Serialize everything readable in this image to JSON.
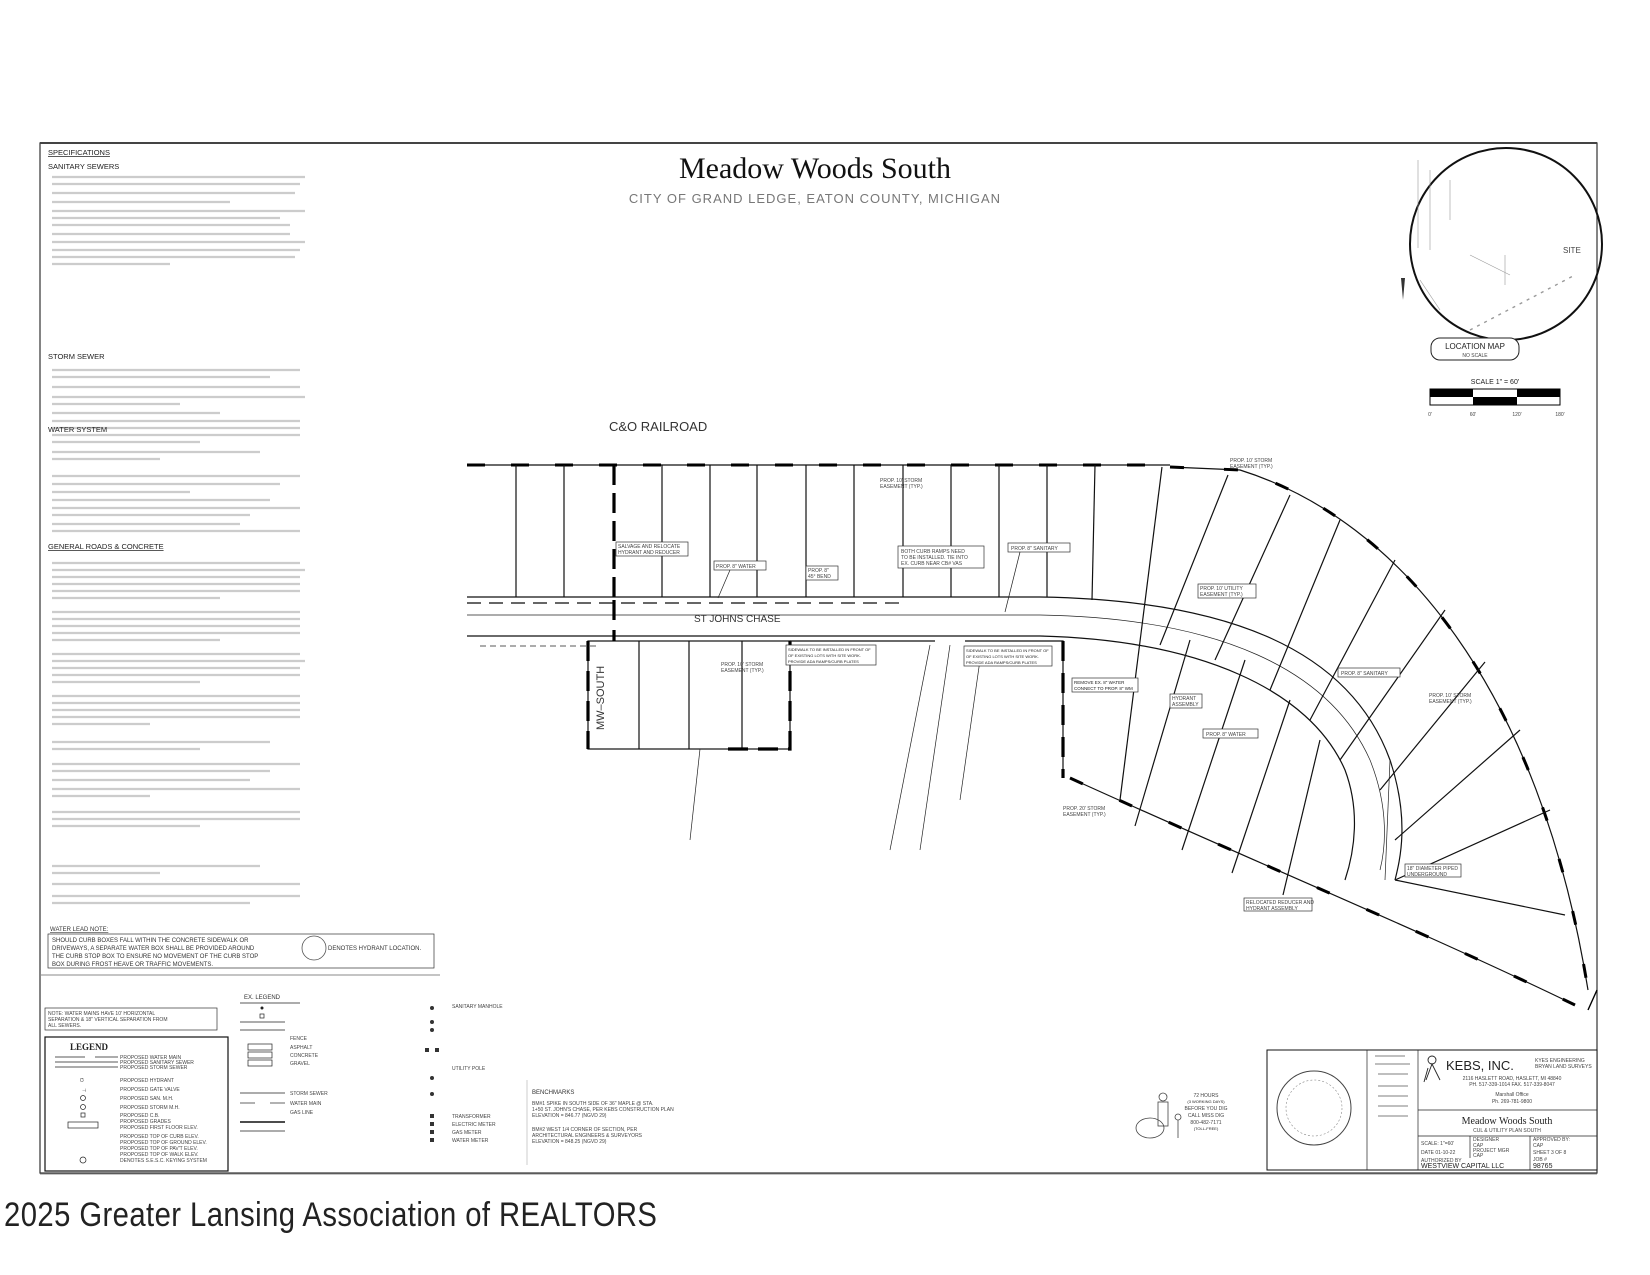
{
  "title": "Meadow Woods South",
  "subtitle": "CITY OF GRAND LEDGE, EATON COUNTY, MICHIGAN",
  "specifications": {
    "heading": "SPECIFICATIONS",
    "sections": [
      "SANITARY SEWERS",
      "STORM SEWER",
      "WATER SYSTEM",
      "GENERAL ROADS & CONCRETE"
    ]
  },
  "location_map": {
    "title": "LOCATION MAP",
    "note": "NO SCALE",
    "site": "SITE"
  },
  "scale_bar": {
    "label": "SCALE 1\" = 60'",
    "ticks": [
      "0'",
      "60'",
      "120'",
      "180'"
    ]
  },
  "plan": {
    "railroad": "C&O RAILROAD",
    "street": "ST JOHNS CHASE",
    "side_street": "MW–SOUTH",
    "callouts": {
      "salvage": [
        "SALVAGE AND RELOCATE",
        "HYDRANT AND REDUCER"
      ],
      "water1": [
        "PROP. 8\" WATER"
      ],
      "bend": [
        "PROP. 8\"",
        "45° BEND"
      ],
      "storm1": [
        "PROP. 10' STORM",
        "EASEMENT (TYP.)"
      ],
      "ramps": [
        "BOTH CURB RAMPS NEED",
        "TO BE INSTALLED. TIE INTO",
        "EX. CURB NEAR CB# VAS"
      ],
      "sanitary1": [
        "PROP. 8\" SANITARY"
      ],
      "storm2": [
        "PROP. 10' STORM",
        "EASEMENT (TYP.)"
      ],
      "sidewalk1": [
        "SIDEWALK TO BE INSTALLED IN FRONT OF",
        "OF EXISTING LOTS WITH SITE WORK.",
        "PROVIDE ADA RAMPS/CURB PLATES"
      ],
      "sidewalk2": [
        "SIDEWALK TO BE INSTALLED IN FRONT OF",
        "OF EXISTING LOTS WITH SITE WORK.",
        "PROVIDE ADA RAMPS/CURB PLATES"
      ],
      "storm3": [
        "PROP. 10' STORM",
        "EASEMENT (TYP.)"
      ],
      "remove": [
        "REMOVE EX. 8\" WATER",
        "CONNECT TO PROP. 8\" WM"
      ],
      "hydrant": [
        "HYDRANT",
        "ASSEMBLY"
      ],
      "utility": [
        "PROP. 10' UTILITY",
        "EASEMENT (TYP.)"
      ],
      "sanitary2": [
        "PROP. 8\" SANITARY"
      ],
      "water2": [
        "PROP. 8\" WATER"
      ],
      "storm4": [
        "PROP. 10' STORM",
        "EASEMENT (TYP.)"
      ],
      "storm20": [
        "PROP. 20' STORM",
        "EASEMENT (TYP.)"
      ],
      "piped": [
        "18\" DIAMETER PIPED",
        "UNDERGROUND"
      ],
      "relocated": [
        "RELOCATED REDUCER AND",
        "HYDRANT ASSEMBLY"
      ]
    }
  },
  "water_lead_note": {
    "heading": "WATER LEAD NOTE:",
    "lines": [
      "SHOULD CURB BOXES FALL WITHIN THE CONCRETE SIDEWALK OR",
      "DRIVEWAYS, A SEPARATE WATER BOX SHALL BE PROVIDED AROUND",
      "THE CURB STOP BOX TO ENSURE NO MOVEMENT OF THE CURB STOP",
      "BOX DURING FROST HEAVE OR TRAFFIC MOVEMENTS."
    ]
  },
  "hydrant_note": "DENOTES HYDRANT LOCATION.",
  "separation_note": [
    "NOTE: WATER MAINS HAVE 10' HORIZONTAL",
    "SEPARATION & 18\" VERTICAL SEPARATION FROM",
    "ALL SEWERS."
  ],
  "legend": {
    "heading": "LEGEND",
    "items": [
      "PROPOSED WATER MAIN",
      "PROPOSED SANITARY SEWER",
      "PROPOSED STORM SEWER",
      "PROPOSED HYDRANT",
      "PROPOSED GATE VALVE",
      "PROPOSED SAN. M.H.",
      "PROPOSED STORM M.H.",
      "PROPOSED C.B.",
      "PROPOSED GRADES",
      "PROPOSED FIRST FLOOR ELEV.",
      "PROPOSED TOP OF CURB ELEV.",
      "PROPOSED TOP OF GROUND ELEV.",
      "PROPOSED TOP OF PAV'T ELEV.",
      "PROPOSED TOP OF WALK ELEV.",
      "DENOTES S.E.S.C. KEYING SYSTEM"
    ]
  },
  "ex_legend": {
    "heading": "EX. LEGEND",
    "items": [
      "FENCE",
      "ASPHALT",
      "CONCRETE",
      "GRAVEL",
      "STORM SEWER",
      "WATER MAIN",
      "GAS LINE",
      "SANITARY MANHOLE",
      "UTILITY POLE",
      "TRANSFORMER",
      "ELECTRIC METER",
      "GAS METER",
      "WATER METER"
    ]
  },
  "benchmarks": {
    "heading": "BENCHMARKS",
    "lines": [
      "BM#1  SPIKE IN SOUTH SIDE OF 36\" MAPLE @ STA.",
      "1+50 ST. JOHN'S CHASE, PER KEBS CONSTRUCTION PLAN",
      "ELEVATION = 846.77 (NGVD 29)",
      "BM#2  WEST 1/4 CORNER OF SECTION, PER",
      "ARCHITECTURAL ENGINEERS & SURVEYORS",
      "ELEVATION = 848.25 (NGVD 29)"
    ]
  },
  "miss_dig": [
    "72 HOURS",
    "(3 WORKING DAYS)",
    "BEFORE YOU DIG",
    "CALL MISS DIG",
    "800-482-7171",
    "(TOLL-FREE)"
  ],
  "title_block": {
    "company": "KEBS, INC.",
    "divisions": [
      "KYES ENGINEERING",
      "BRYAN LAND SURVEYS"
    ],
    "address": "2116 HASLETT ROAD, HASLETT, MI 48840",
    "phone": "PH. 517-339-1014  FAX. 517-339-8047",
    "office": "Marshall Office",
    "office_phone": "Ph. 269-781-9800",
    "project": "Meadow Woods South",
    "sheet_title": "CUL & UTILITY PLAN SOUTH",
    "scale": "SCALE: 1\"=60'",
    "designer_label": "DESIGNER",
    "designer": "CAP",
    "approved_label": "APPROVED BY:",
    "approved": "CAP",
    "date": "DATE 01-10-22",
    "pm_label": "PROJECT MGR",
    "pm": "CAP",
    "sheet": "SHEET 3 OF 8",
    "authorized_label": "AUTHORIZED BY",
    "authorized": "WESTVIEW CAPITAL LLC",
    "job_label": "JOB #",
    "job": "98765"
  },
  "footer": "2025 Greater Lansing Association of REALTORS"
}
